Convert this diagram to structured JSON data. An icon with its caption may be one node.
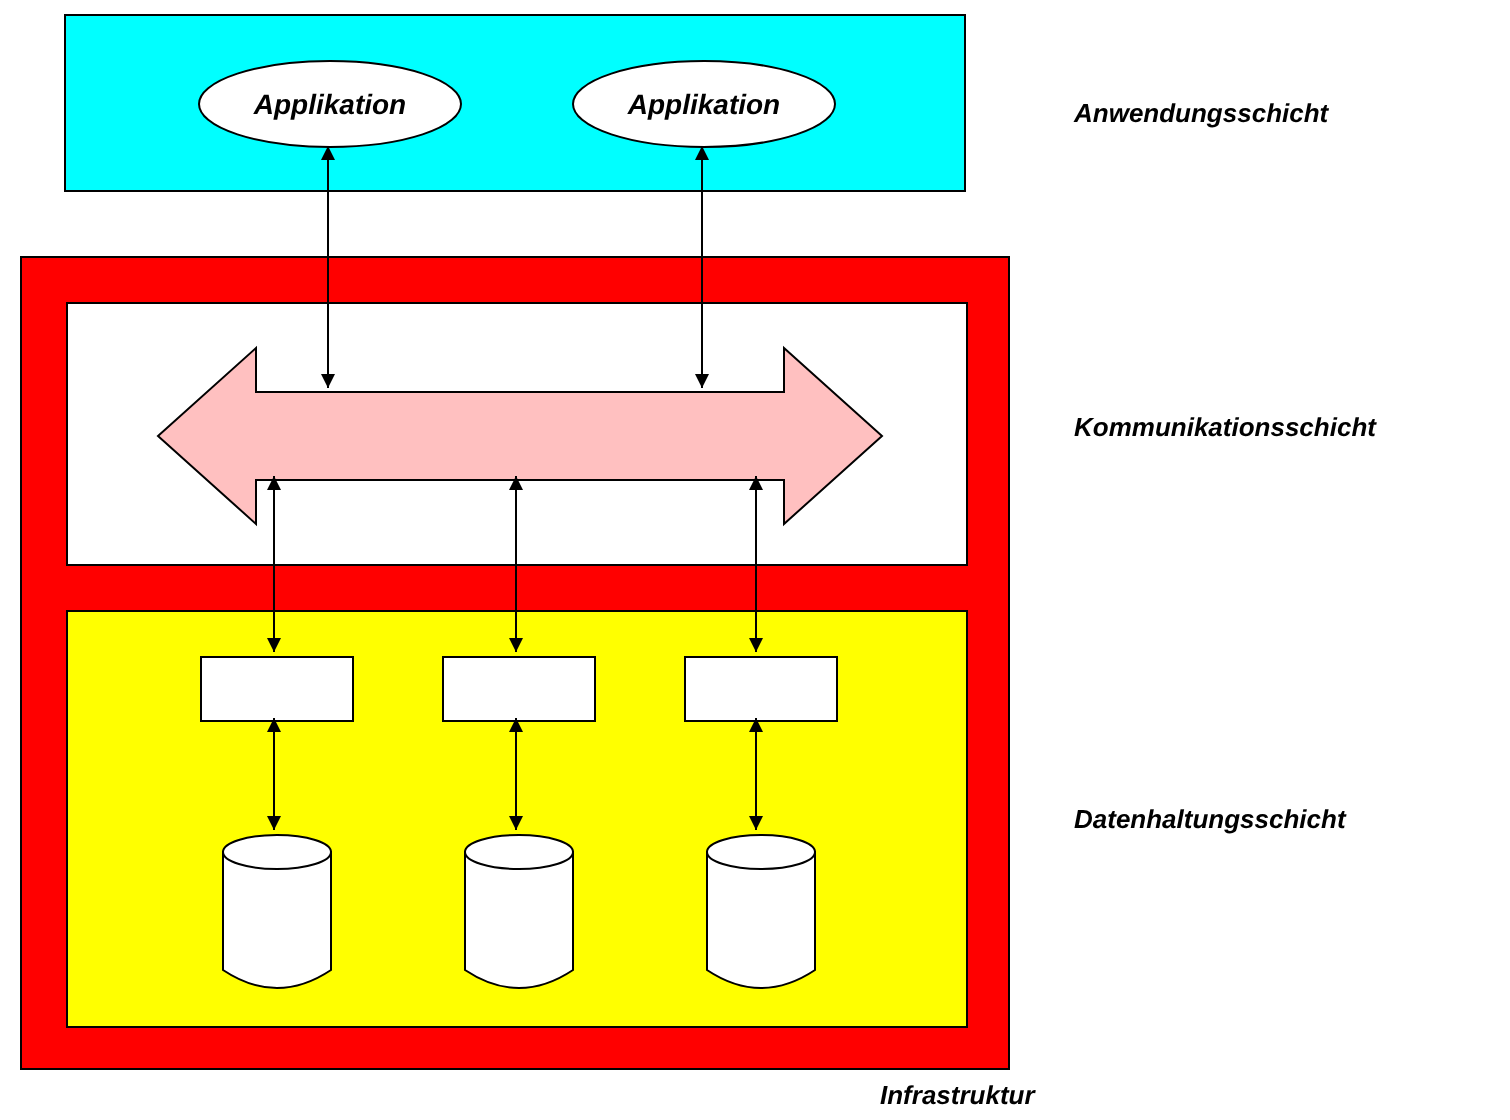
{
  "diagram": {
    "nodes": [
      {
        "text": [],
        "shape": "box"
      },
      {
        "text": [
          "Applikation"
        ],
        "in": 0
      },
      {
        "text": [
          "Applikation"
        ],
        "in": 0
      },
      {
        "text": [],
        "shape": "box",
        "beside": [
          "Infrastruktur"
        ]
      },
      {
        "text": [],
        "shape": "box",
        "in": 3
      },
      {
        "text": [],
        "shape": "arrow",
        "in": 4
      },
      {
        "text": [],
        "shape": "box",
        "in": 3
      },
      {
        "text": [],
        "shape": "box",
        "in": 6
      },
      {
        "text": [],
        "shape": "box",
        "in": 6
      },
      {
        "text": [],
        "shape": "box",
        "in": 6
      },
      {
        "text": [],
        "shape": "cylinder",
        "in": 6
      },
      {
        "text": [],
        "shape": "cylinder",
        "in": 6
      },
      {
        "text": [],
        "shape": "cylinder",
        "in": 6
      }
    ],
    "edges": [
      {
        "from": 1,
        "to": 5,
        "arrow": "both"
      },
      {
        "from": 2,
        "to": 5,
        "arrow": "both"
      },
      {
        "from": 7,
        "to": 5,
        "arrow": "both"
      },
      {
        "from": 8,
        "to": 5,
        "arrow": "both"
      },
      {
        "from": 9,
        "to": 5,
        "arrow": "both"
      },
      {
        "from": 7,
        "to": 10,
        "arrow": "both"
      },
      {
        "from": 8,
        "to": 11,
        "arrow": "both"
      },
      {
        "from": 9,
        "to": 12,
        "arrow": "both"
      }
    ],
    "labels": [
      "Anwendungsschicht",
      "Kommunikationsschicht",
      "Datenhaltungsschicht"
    ]
  }
}
